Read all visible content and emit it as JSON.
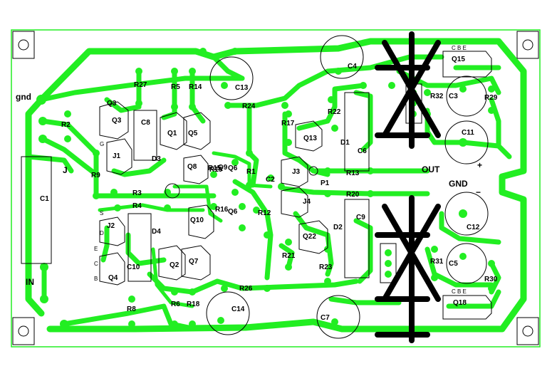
{
  "labels": {
    "gnd": "gnd",
    "in": "IN",
    "j": "J",
    "out": "OUT",
    "gnd_out": "GND",
    "plus": "+",
    "minus": "−",
    "c1": "C1",
    "c2": "C2",
    "c3": "C3",
    "c4": "C4",
    "c5": "C5",
    "c6": "C6",
    "c7": "C7",
    "c8": "C8",
    "c9": "C9",
    "c10": "C10",
    "c11": "C11",
    "c12": "C12",
    "c13": "C13",
    "c14": "C14",
    "r1": "R1",
    "r2": "R2",
    "r3": "R3",
    "r4": "R4",
    "r5": "R5",
    "r6": "R6",
    "r8": "R8",
    "r9": "R9",
    "r12": "R12",
    "r13": "R13",
    "r14": "R14",
    "r15": "R15",
    "r16": "R16",
    "r17": "R17",
    "r18": "R18",
    "r19": "R19",
    "r20": "R20",
    "r21": "R21",
    "r22": "R22",
    "r23": "R23",
    "r24": "R24",
    "r26": "R26",
    "r27": "R27",
    "r29": "R29",
    "r30": "R30",
    "r31": "R31",
    "r32": "R32",
    "q1": "Q1",
    "q2": "Q2",
    "q3": "Q3",
    "q4": "Q4",
    "q5": "Q5",
    "q6": "Q6",
    "q7": "Q7",
    "q8": "Q8",
    "q9": "Q9",
    "q10": "Q10",
    "q13": "Q13",
    "q15": "Q15",
    "q18": "Q18",
    "q22": "Q22",
    "j1": "J1",
    "j2": "J2",
    "j3": "J3",
    "j4": "J4",
    "p1": "P1",
    "d1": "D1",
    "d2": "D2",
    "d3": "D3",
    "d4": "D4",
    "cbe_top": "C B E",
    "cbe_bot": "C B E",
    "pin_e": "E",
    "pin_c": "C",
    "pin_b": "B",
    "pin_s": "S",
    "pin_d": "D",
    "pin_g": "G"
  }
}
